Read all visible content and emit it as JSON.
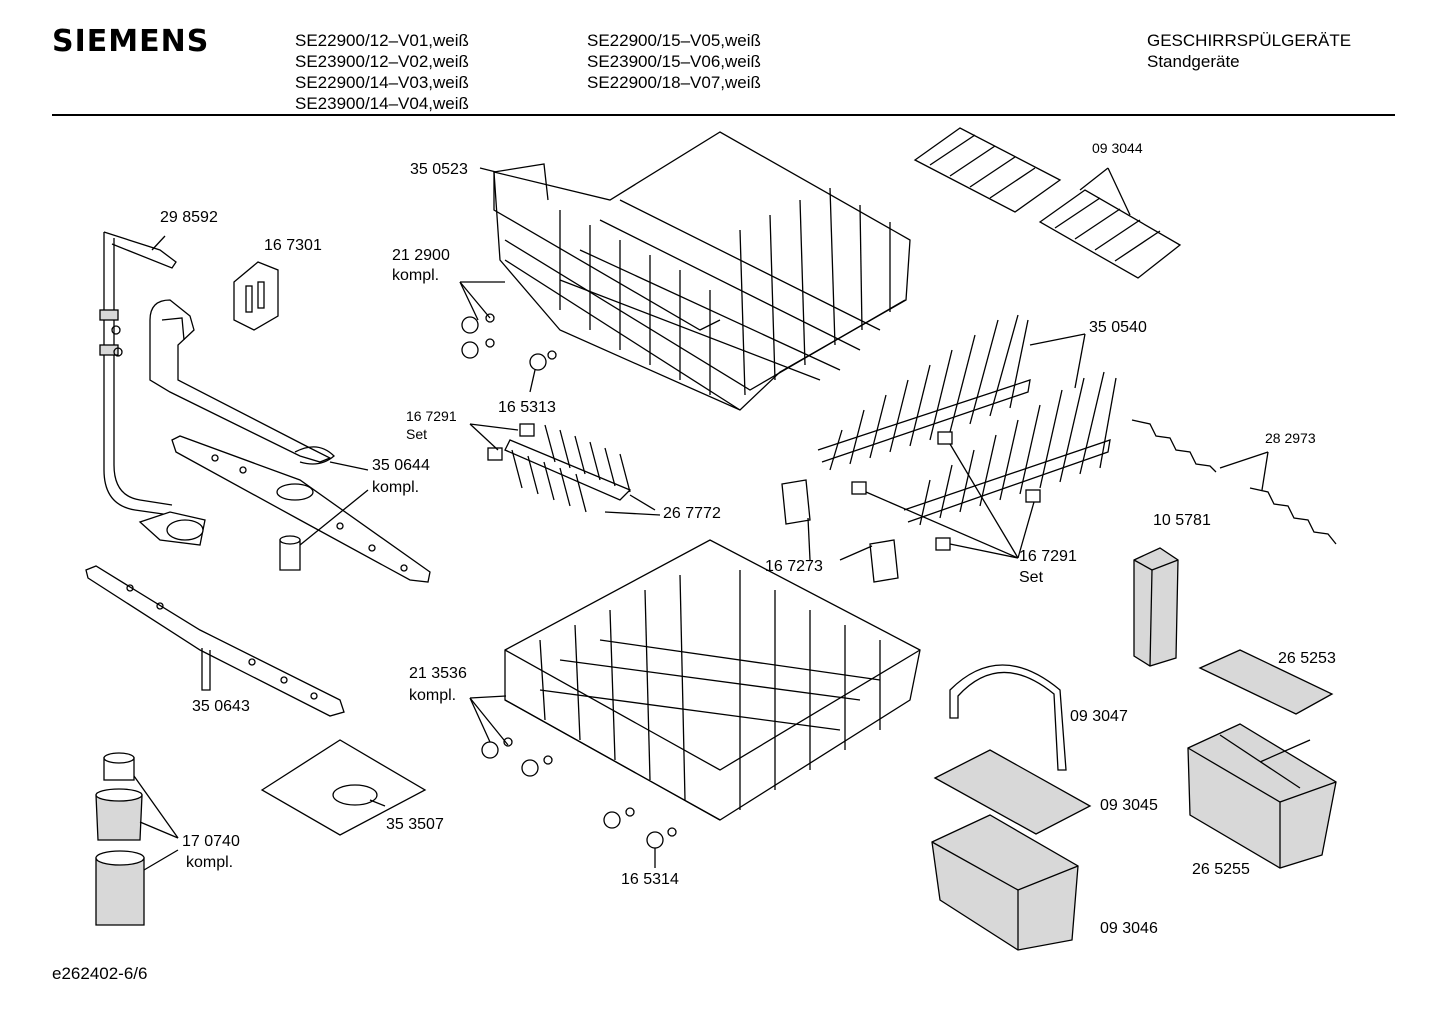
{
  "header": {
    "brand": "SIEMENS",
    "models_col1": [
      "SE22900/12–V01,weiß",
      "SE23900/12–V02,weiß",
      "SE22900/14–V03,weiß",
      "SE23900/14–V04,weiß"
    ],
    "models_col2": [
      "SE22900/15–V05,weiß",
      "SE23900/15–V06,weiß",
      "SE22900/18–V07,weiß"
    ],
    "category": "GESCHIRRSPÜLGERÄTE",
    "subcategory": "Standgeräte"
  },
  "footer": {
    "doc_id": "e262402-6/6"
  },
  "parts": {
    "p298592": "29 8592",
    "p167301": "16 7301",
    "p350523": "35 0523",
    "p212900": "21 2900",
    "p212900_sub": "kompl.",
    "p165313": "16 5313",
    "p167291a": "16 7291",
    "p167291a_sub": "Set",
    "p267772": "26 7772",
    "p350644": "35 0644",
    "p350644_sub": "kompl.",
    "p350643": "35 0643",
    "p093044": "09 3044",
    "p350540": "35 0540",
    "p282973": "28 2973",
    "p105781": "10 5781",
    "p167273": "16 7273",
    "p167291b": "16 7291",
    "p167291b_sub": "Set",
    "p213536": "21 3536",
    "p213536_sub": "kompl.",
    "p165314": "16 5314",
    "p353507": "35 3507",
    "p170740": "17 0740",
    "p170740_sub": "kompl.",
    "p265253": "26 5253",
    "p093047": "09 3047",
    "p093045": "09 3045",
    "p265255": "26 5255",
    "p093046": "09 3046"
  }
}
